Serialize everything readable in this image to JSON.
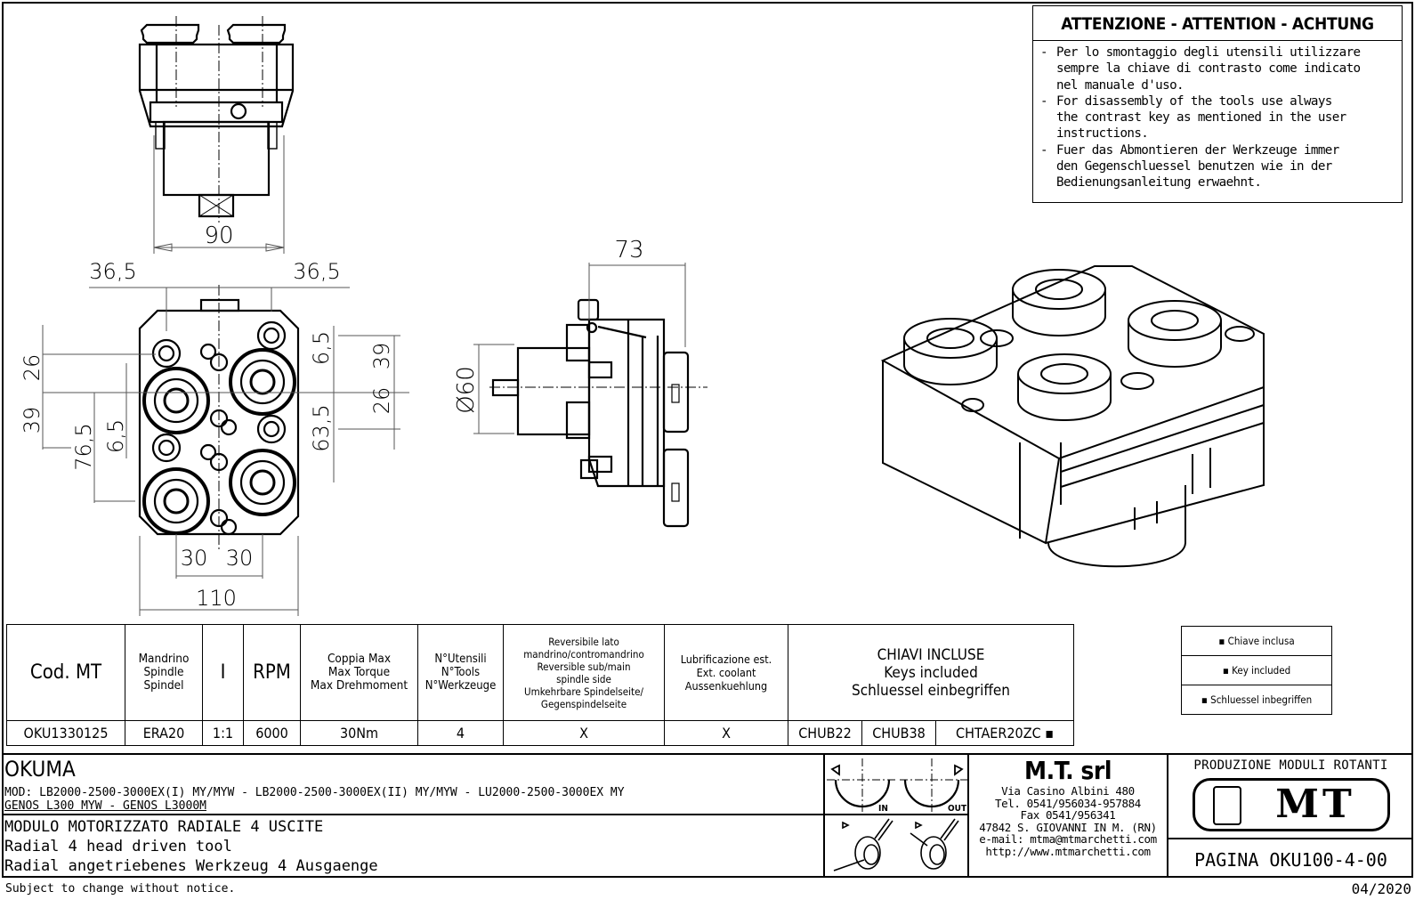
{
  "drawing": {
    "type": "technical-drawing",
    "attention": {
      "title": "ATTENZIONE - ATTENTION - ACHTUNG",
      "items": [
        {
          "dash": "-",
          "lines": [
            "Per lo smontaggio degli utensili utilizzare",
            "sempre la chiave di contrasto come indicato",
            "nel manuale d'uso."
          ]
        },
        {
          "dash": "-",
          "lines": [
            "For disassembly of the tools use always",
            "the contrast key as mentioned in the user",
            "instructions."
          ]
        },
        {
          "dash": "-",
          "lines": [
            "Fuer das Abmontieren der Werkzeuge immer",
            "den Gegenschluessel benutzen wie in der",
            "Bedienungsanleitung erwaehnt."
          ]
        }
      ]
    },
    "dimensions": {
      "top_view_width": "90",
      "front_left_offset": "36,5",
      "front_right_offset": "36,5",
      "left_26": "26",
      "left_39": "39",
      "left_76_5": "76,5",
      "left_6_5": "6,5",
      "right_6_5": "6,5",
      "right_63_5": "63,5",
      "right_39": "39",
      "right_26": "26",
      "bottom_30_left": "30",
      "bottom_30_right": "30",
      "overall_width": "110",
      "side_depth": "73",
      "shank_diameter": "Ø60"
    }
  },
  "spec_table": {
    "headers": {
      "cod": "Cod. MT",
      "spindle": [
        "Mandrino",
        "Spindle",
        "Spindel"
      ],
      "ratio": "I",
      "rpm": "RPM",
      "torque": [
        "Coppia Max",
        "Max Torque",
        "Max Drehmoment"
      ],
      "tools": [
        "N°Utensili",
        "N°Tools",
        "N°Werkzeuge"
      ],
      "reversible": [
        "Reversibile lato",
        "mandrino/contromandrino",
        "Reversible sub/main",
        "spindle side",
        "Umkehrbare Spindelseite/",
        "Gegenspindelseite"
      ],
      "coolant": [
        "Lubrificazione est.",
        "Ext. coolant",
        "Aussenkuehlung"
      ],
      "keys": [
        "CHIAVI INCLUSE",
        "Keys included",
        "Schluessel einbegriffen"
      ]
    },
    "row": {
      "cod": "OKU1330125",
      "spindle": "ERA20",
      "ratio": "1:1",
      "rpm": "6000",
      "torque": "30Nm",
      "tools": "4",
      "reversible": "X",
      "coolant": "X",
      "keys": [
        "CHUB22",
        "CHUB38",
        "CHTAER20ZC"
      ],
      "key_mark": "▪"
    }
  },
  "keys_legend": [
    "▪ Chiave inclusa",
    "▪ Key included",
    "▪ Schluessel inbegriffen"
  ],
  "title_block": {
    "brand": "OKUMA",
    "models_line1": "MOD: LB2000-2500-3000EX(I) MY/MYW - LB2000-2500-3000EX(II) MY/MYW - LU2000-2500-3000EX MY",
    "models_line2": "GENOS L300 MYW - GENOS L3000M",
    "desc_it": "MODULO MOTORIZZATO RADIALE 4 USCITE",
    "desc_en": "Radial 4 head driven tool",
    "desc_de": "Radial angetriebenes Werkzeug 4 Ausgaenge",
    "rotation_in": "IN",
    "rotation_out": "OUT",
    "company": {
      "name": "M.T. srl",
      "address": "Via Casino Albini 480",
      "tel": "Tel. 0541/956034-957884",
      "fax": "Fax 0541/956341",
      "city": "47842 S. GIOVANNI IN M. (RN)",
      "email": "e-mail: mtma@mtmarchetti.com",
      "web": "http://www.mtmarchetti.com"
    },
    "production": "PRODUZIONE MODULI ROTANTI",
    "logo_text": "MT",
    "page": "PAGINA OKU100-4-00"
  },
  "footer": {
    "notice": "Subject to change without notice.",
    "date": "04/2020"
  }
}
